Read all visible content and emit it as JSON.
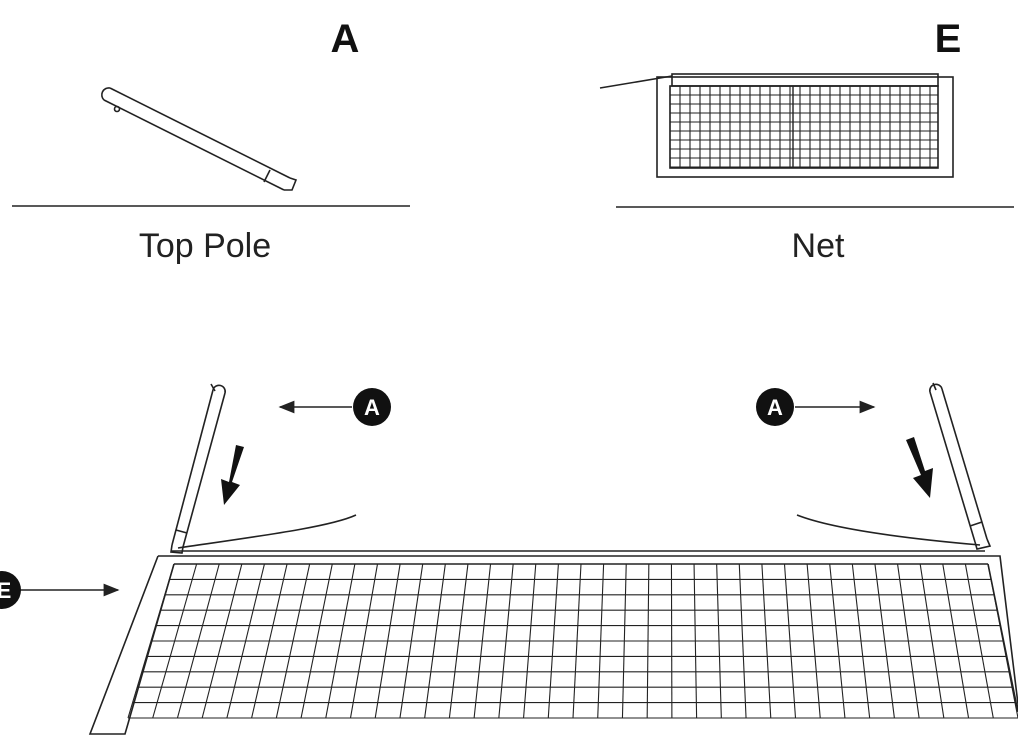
{
  "parts": {
    "top_pole": {
      "letter": "A",
      "caption": "Top Pole"
    },
    "net": {
      "letter": "E",
      "caption": "Net"
    }
  },
  "callouts": {
    "left_pole": "A",
    "right_pole": "A",
    "net": "E"
  },
  "colors": {
    "line": "#222222",
    "callout_fill": "#111111",
    "background": "#ffffff"
  },
  "icons": {
    "arrow_down": "down-arrow-icon",
    "leader_arrow": "leader-arrow-icon"
  }
}
